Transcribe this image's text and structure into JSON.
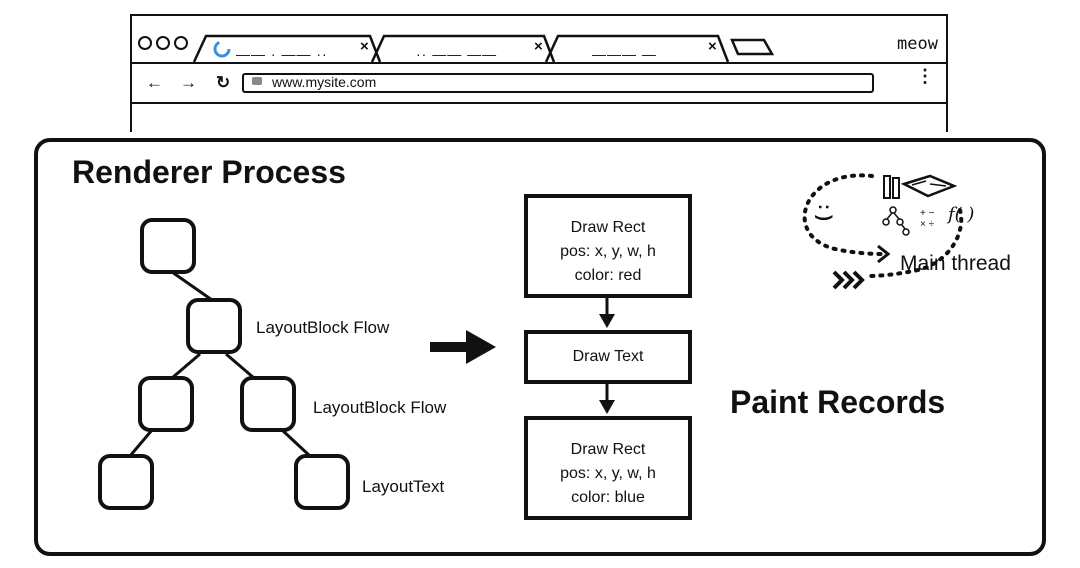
{
  "browser": {
    "tabs": [
      {
        "label": "—— · —— ··",
        "close": "×"
      },
      {
        "label": "·· —— ——",
        "close": "×"
      },
      {
        "label": "——— —",
        "close": "×"
      }
    ],
    "profile": "meow",
    "nav": {
      "back": "←",
      "forward": "→",
      "reload": "↻"
    },
    "url": "www.mysite.com",
    "menu": "⋮"
  },
  "renderer": {
    "title": "Renderer Process",
    "layout_labels": [
      "LayoutBlock Flow",
      "LayoutBlock Flow",
      "LayoutText"
    ]
  },
  "records": {
    "items": [
      {
        "lines": [
          "Draw Rect",
          "pos: x, y, w, h",
          "color: red"
        ]
      },
      {
        "lines": [
          "Draw Text"
        ]
      },
      {
        "lines": [
          "Draw Rect",
          "pos: x, y, w, h",
          "color: blue"
        ]
      }
    ],
    "title": "Paint Records"
  },
  "thread": {
    "label": "Main thread",
    "face": ": )",
    "func": "f( )",
    "math": "+ −\n× ÷"
  }
}
